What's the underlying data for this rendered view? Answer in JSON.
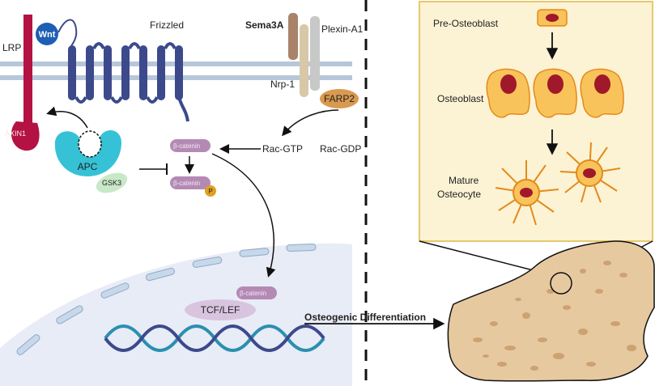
{
  "left_panel": {
    "lrp": "LRP",
    "wnt": "Wnt",
    "frizzled": "Frizzled",
    "sema3a": "Sema3A",
    "plexin": "Plexin-A1",
    "nrp1": "Nrp-1",
    "farp2": "FARP2",
    "axin1": "AXIN1",
    "apc": "APC",
    "gsk3": "GSK3",
    "beta_catenin": "β-catenin",
    "phospho": "P",
    "rac_gtp": "Rac-GTP",
    "rac_gdp": "Rac-GDP",
    "tcf_lef": "TCF/LEF"
  },
  "center": {
    "osteogenic": "Osteogenic Differentiation"
  },
  "right_panel": {
    "pre_osteoblast": "Pre-Osteoblast",
    "osteoblast": "Osteoblast",
    "mature_line1": "Mature",
    "mature_line2": "Osteocyte"
  },
  "colors": {
    "membrane": "#b7c6d8",
    "receptor": "#3c4a8c",
    "lrp": "#b31243",
    "wnt": "#1c5fb4",
    "apc": "#35c2d6",
    "beta_catenin": "#b48ab5",
    "cell_fill": "#f8c35a",
    "cell_outline": "#e48a1a",
    "nucleus": "#a0192a",
    "bone": "#e7c9a0",
    "panel_bg": "#fcf3d4",
    "panel_border": "#e6c86d"
  }
}
